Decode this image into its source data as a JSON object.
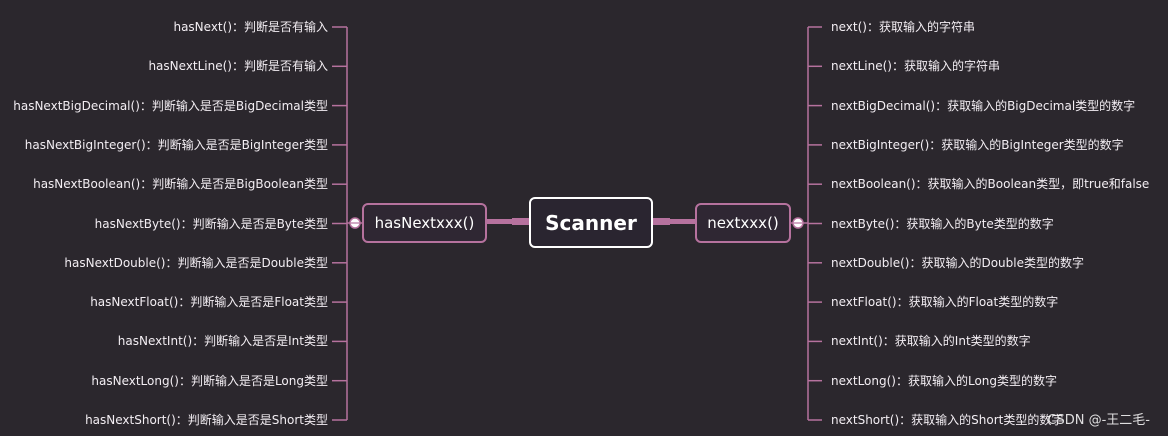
{
  "center": {
    "label": "Scanner"
  },
  "left_branch": {
    "label": "hasNextxxx()",
    "items": [
      "hasNext()：判断是否有输入",
      "hasNextLine()：判断是否有输入",
      "hasNextBigDecimal()：判断输入是否是BigDecimal类型",
      "hasNextBigInteger()：判断输入是否是BigInteger类型",
      "hasNextBoolean()：判断输入是否是BigBoolean类型",
      "hasNextByte()：判断输入是否是Byte类型",
      "hasNextDouble()：判断输入是否是Double类型",
      "hasNextFloat()：判断输入是否是Float类型",
      "hasNextInt()：判断输入是否是Int类型",
      "hasNextLong()：判断输入是否是Long类型",
      "hasNextShort()：判断输入是否是Short类型"
    ]
  },
  "right_branch": {
    "label": "nextxxx()",
    "items": [
      "next()：获取输入的字符串",
      "nextLine()：获取输入的字符串",
      "nextBigDecimal()：获取输入的BigDecimal类型的数字",
      "nextBigInteger()：获取输入的BigInteger类型的数字",
      "nextBoolean()：获取输入的Boolean类型，即true和false",
      "nextByte()：获取输入的Byte类型的数字",
      "nextDouble()：获取输入的Double类型的数字",
      "nextFloat()：获取输入的Float类型的数字",
      "nextInt()：获取输入的Int类型的数字",
      "nextLong()：获取输入的Long类型的数字",
      "nextShort()：获取输入的Short类型的数字"
    ]
  },
  "watermark": "CSDN @-王二毛-",
  "colors": {
    "background": "#2b272d",
    "connector": "#b6729e",
    "center_border": "#ffffff",
    "text": "#f3eef3"
  }
}
